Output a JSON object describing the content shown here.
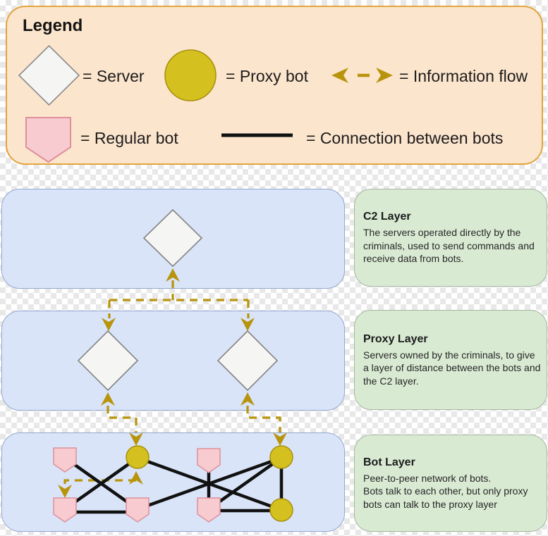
{
  "legend": {
    "title": "Legend",
    "server_label": "= Server",
    "proxy_bot_label": "= Proxy bot",
    "information_flow_label": "= Information flow",
    "regular_bot_label": "= Regular bot",
    "connection_label": "= Connection between bots"
  },
  "layers": {
    "c2": {
      "title": "C2 Layer",
      "description": "The servers operated directly by the criminals, used to send commands and receive data from bots."
    },
    "proxy": {
      "title": "Proxy Layer",
      "description": "Servers owned by the criminals, to give a layer of distance between the bots and the C2 layer."
    },
    "bot": {
      "title": "Bot Layer",
      "description": "Peer-to-peer network of bots.\nBots talk to each other, but only proxy bots can talk to the proxy layer"
    }
  },
  "diagram": {
    "c2_server_count": 1,
    "proxy_server_count": 2,
    "proxy_bot_count": 3,
    "regular_bot_count": 5
  },
  "colors": {
    "legend_bg": "#fce5cd",
    "legend_border": "#e1a43f",
    "layer_box_bg": "#d9e4f8",
    "layer_box_border": "#94a8cf",
    "info_box_bg": "#d9ead3",
    "info_box_border": "#a4b7a0",
    "server_fill": "#f5f5f3",
    "server_stroke": "#838383",
    "proxy_bot_fill": "#d4c11f",
    "proxy_bot_stroke": "#a8900d",
    "regular_bot_fill": "#f8cbd0",
    "regular_bot_stroke": "#dd909b",
    "information_flow": "#b8940c",
    "connection": "#111111"
  }
}
